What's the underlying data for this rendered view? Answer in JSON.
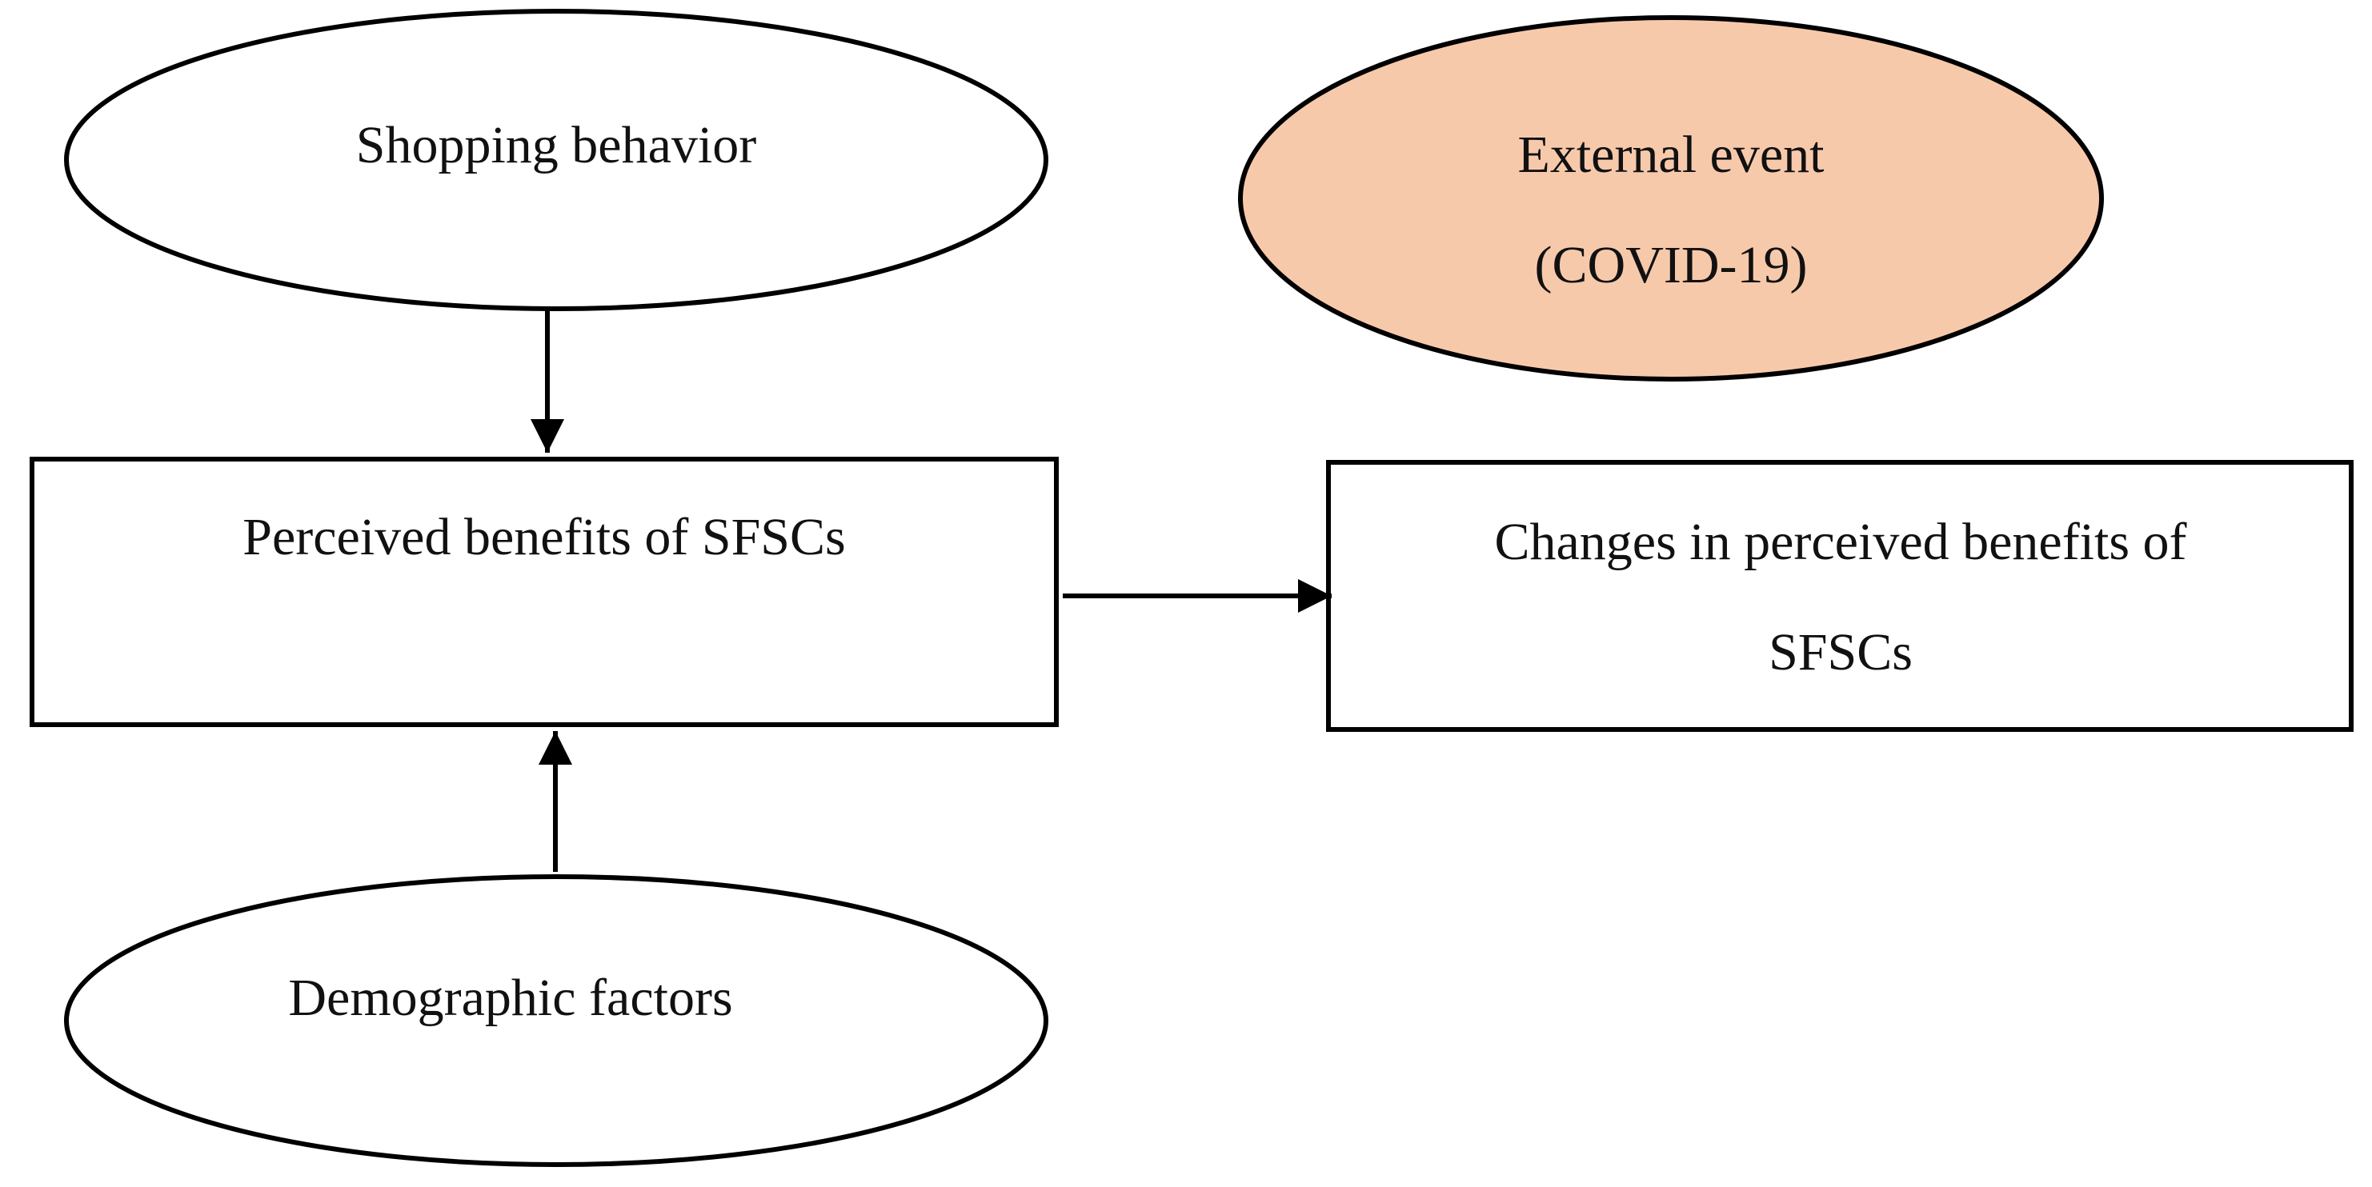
{
  "diagram": {
    "colors": {
      "stroke": "#000000",
      "background": "#ffffff",
      "event_fill": "#f7c9ab",
      "default_fill": "#ffffff",
      "text": "#111111"
    },
    "nodes": {
      "shopping_behavior": {
        "label": "Shopping behavior"
      },
      "external_event": {
        "line1": "External event",
        "line2": "(COVID-19)"
      },
      "perceived_benefits": {
        "label": "Perceived benefits of SFSCs"
      },
      "changes": {
        "line1": "Changes in perceived benefits of",
        "line2": "SFSCs"
      },
      "demographic_factors": {
        "label": "Demographic factors"
      }
    },
    "edges": [
      {
        "from": "Shopping behavior",
        "to": "Perceived benefits of SFSCs"
      },
      {
        "from": "Demographic factors",
        "to": "Perceived benefits of SFSCs"
      },
      {
        "from": "Perceived benefits of SFSCs",
        "to": "Changes in perceived benefits of SFSCs"
      }
    ]
  }
}
